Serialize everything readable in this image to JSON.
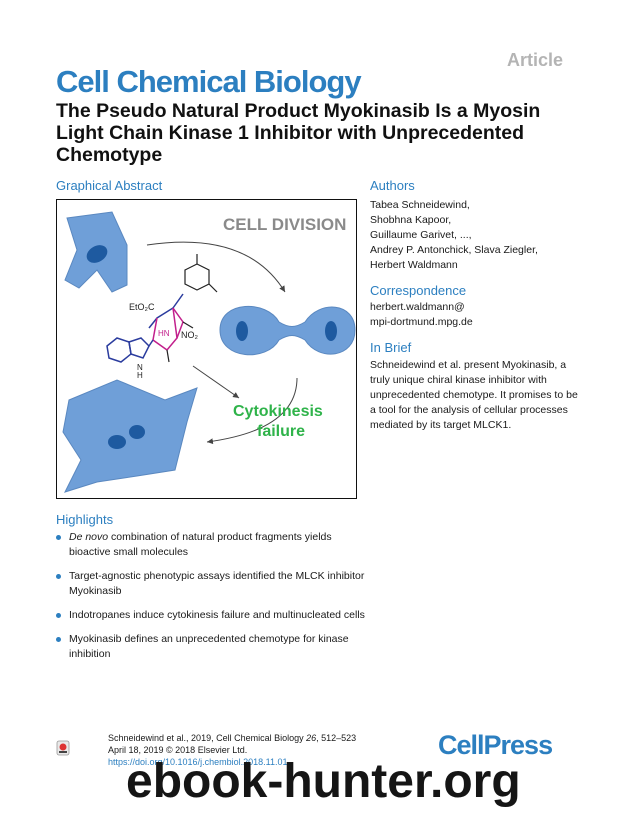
{
  "header": {
    "article_type": "Article",
    "journal": "Cell Chemical Biology",
    "title": "The Pseudo Natural Product Myokinasib Is a Myosin Light Chain Kinase 1 Inhibitor with Unprecedented Chemotype"
  },
  "graphical_abstract": {
    "heading": "Graphical Abstract",
    "cell_division_label": "CELL DIVISION",
    "cytokinesis_line1": "Cytokinesis",
    "cytokinesis_line2": "failure",
    "chem_ester": "EtO₂C",
    "chem_nh": "HN",
    "chem_no2": "NO₂",
    "chem_indole_nh": "N",
    "chem_indole_h": "H",
    "colors": {
      "cell": "#6f9fd8",
      "nucleus": "#1e5aa0",
      "green": "#2fb34a",
      "magenta": "#c21f8c",
      "blue_bond": "#2b3c9e"
    }
  },
  "authors": {
    "heading": "Authors",
    "lines": [
      "Tabea Schneidewind,",
      "Shobhna Kapoor,",
      "Guillaume Garivet, ...,",
      "Andrey P. Antonchick, Slava Ziegler,",
      "Herbert Waldmann"
    ]
  },
  "correspondence": {
    "heading": "Correspondence",
    "lines": [
      "herbert.waldmann@",
      "mpi-dortmund.mpg.de"
    ]
  },
  "in_brief": {
    "heading": "In Brief",
    "text": "Schneidewind et al. present Myokinasib, a truly unique chiral kinase inhibitor with unprecedented chemotype. It promises to be a tool for the analysis of cellular processes mediated by its target MLCK1."
  },
  "highlights": {
    "heading": "Highlights",
    "items": [
      {
        "em": "De novo",
        "rest": " combination of natural product fragments yields bioactive small molecules"
      },
      {
        "em": "",
        "rest": "Target-agnostic phenotypic assays identified the MLCK inhibitor Myokinasib"
      },
      {
        "em": "",
        "rest": "Indotropanes induce cytokinesis failure and multinucleated cells"
      },
      {
        "em": "",
        "rest": "Myokinasib defines an unprecedented chemotype for kinase inhibition"
      }
    ]
  },
  "footer": {
    "citation_prefix": "Schneidewind et al., 2019, Cell Chemical Biology ",
    "volume": "26",
    "citation_suffix": ", 512–523",
    "date_line": "April 18, 2019 © 2018 Elsevier Ltd.",
    "doi": "https://doi.org/10.1016/j.chembiol.2018.11.01",
    "publisher_logo": "CellPress",
    "watermark": "ebook-hunter.org"
  }
}
